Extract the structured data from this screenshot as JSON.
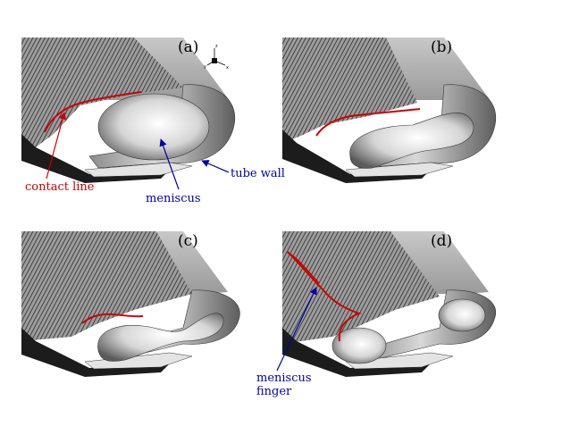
{
  "panels": [
    {
      "label": "(a)"
    },
    {
      "label": "(b)"
    },
    {
      "label": "(c)"
    },
    {
      "label": "(d)"
    }
  ],
  "annotations": {
    "contact_line": "contact line",
    "meniscus": "meniscus",
    "tube_wall": "tube wall",
    "meniscus_finger_1": "meniscus",
    "meniscus_finger_2": "finger"
  },
  "axis_triad": {
    "z": "z",
    "y": "y",
    "x": "x"
  },
  "colors": {
    "contact_line": "#cc0000",
    "arrow_blue": "#0000aa",
    "label_red": "#cc0000",
    "mesh": "#111111",
    "wall_light": "#e8e8e8",
    "wall_dark": "#7a7a7a"
  }
}
